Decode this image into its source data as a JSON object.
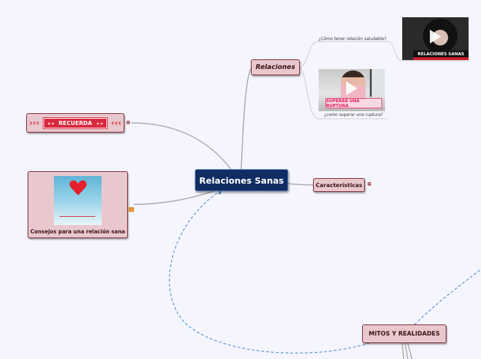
{
  "central": {
    "label": "Relaciones Sanas"
  },
  "relaciones": {
    "label": "Relaciones",
    "links": [
      {
        "caption": "¿Cómo tener relación saludable?",
        "video_text": "RELACIONES SANAS"
      },
      {
        "caption": "¿como superar una ruptura?",
        "video_text": "SUPERAR UNA RUPTURA"
      }
    ]
  },
  "caracteristicas": {
    "label": "Características",
    "notes_icon": "≡"
  },
  "recuerda": {
    "left_arrows": "››› ",
    "stars": "★★",
    "label": "RECUERDA",
    "right_arrows": "‹‹‹",
    "notes_icon": "≡"
  },
  "consejos": {
    "label": "Consejos para una relación sana",
    "link_icon": "link-icon"
  },
  "mitos": {
    "label": "MITOS Y REALIDADES"
  },
  "colors": {
    "central_bg": "#0f2d63",
    "node_bg": "#e9c8cd",
    "node_border": "#7a2530",
    "connector": "#aaaaaa",
    "dashed_link": "#3b7dc4"
  }
}
